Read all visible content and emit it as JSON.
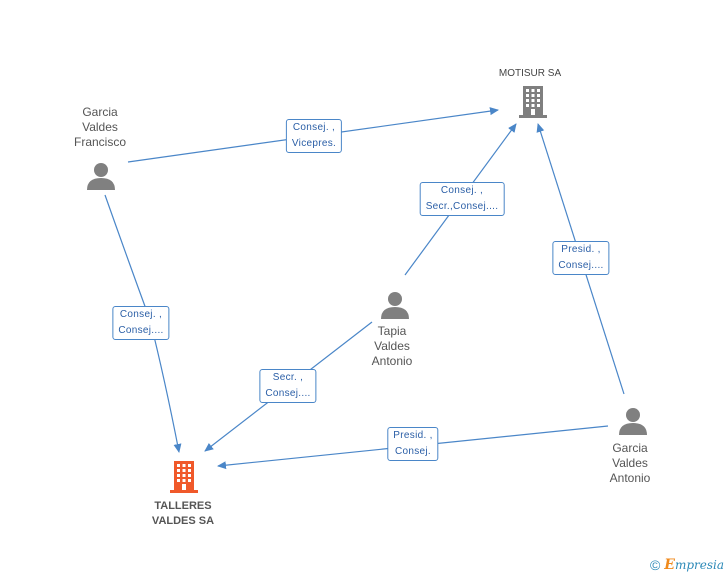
{
  "nodes": {
    "motisur": {
      "label": "MOTISUR SA"
    },
    "talleres": {
      "label_line1": "TALLERES",
      "label_line2": "VALDES SA"
    },
    "garcia_francisco": {
      "line1": "Garcia",
      "line2": "Valdes",
      "line3": "Francisco"
    },
    "tapia_antonio": {
      "line1": "Tapia",
      "line2": "Valdes",
      "line3": "Antonio"
    },
    "garcia_antonio": {
      "line1": "Garcia",
      "line2": "Valdes",
      "line3": "Antonio"
    }
  },
  "edges": {
    "francisco_motisur": {
      "line1": "Consej. ,",
      "line2": "Vicepres."
    },
    "tapia_motisur": {
      "line1": "Consej. ,",
      "line2": "Secr.,Consej...."
    },
    "antonio_motisur": {
      "line1": "Presid. ,",
      "line2": "Consej...."
    },
    "francisco_talleres": {
      "line1": "Consej. ,",
      "line2": "Consej...."
    },
    "tapia_talleres": {
      "line1": "Secr. ,",
      "line2": "Consej...."
    },
    "antonio_talleres": {
      "line1": "Presid. ,",
      "line2": "Consej."
    }
  },
  "colors": {
    "edge": "#4a86c8",
    "person_icon": "#808080",
    "company_icon": "#7f7f7f",
    "focus_company_icon": "#f0592a"
  },
  "footer": {
    "copyright_symbol": "©",
    "brand_initial": "E",
    "brand_rest": "mpresia"
  }
}
